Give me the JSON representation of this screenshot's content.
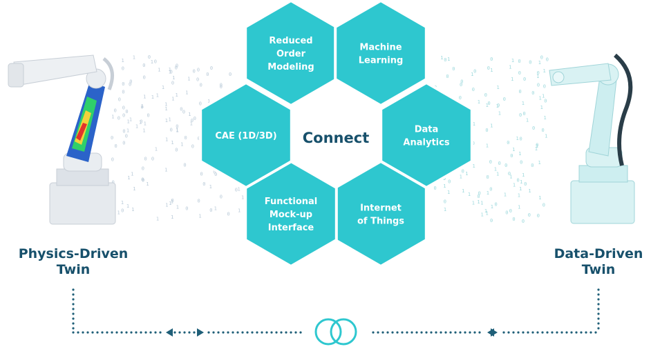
{
  "colors": {
    "hex_fill": "#2ec7cf",
    "text_dark": "#17506b",
    "dots": "#1f5f78",
    "bits_left": "#b9cad8",
    "bits_right": "#9ed9dd"
  },
  "hexagons": [
    {
      "lines": [
        "Reduced",
        "Order",
        "Modeling"
      ]
    },
    {
      "lines": [
        "Machine",
        "Learning"
      ]
    },
    {
      "lines": [
        "Data",
        "Analytics"
      ]
    },
    {
      "lines": [
        "Internet",
        "of Things"
      ]
    },
    {
      "lines": [
        "Functional",
        "Mock-up",
        "Interface"
      ]
    },
    {
      "lines": [
        "CAE (1D/3D)"
      ]
    }
  ],
  "center_label": "Connect",
  "left_twin": {
    "line1": "Physics-Driven",
    "line2": "Twin"
  },
  "right_twin": {
    "line1": "Data-Driven",
    "line2": "Twin"
  },
  "icons": [
    "robot-arm-physics-icon",
    "robot-arm-data-icon",
    "interlocking-rings-icon",
    "arrow-left-icon",
    "arrow-right-icon"
  ]
}
